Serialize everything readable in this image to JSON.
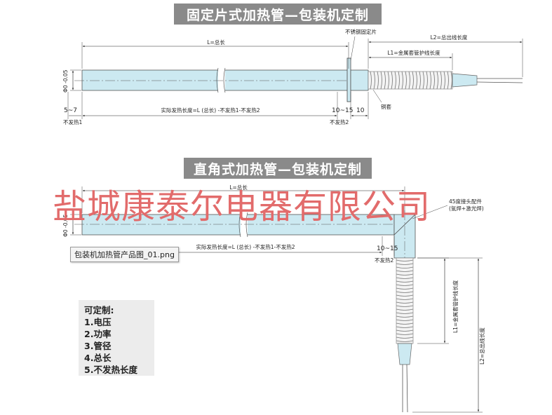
{
  "titles": {
    "fixed_plate": "固定片式加热管—包装机定制",
    "right_angle": "直角式加热管—包装机定制"
  },
  "watermark": "盐城康泰尔电器有限公司",
  "file_tooltip": "包装机加热管产品图_01.png",
  "diagram1": {
    "total_length": "L=总长",
    "diameter": "Φ0 -0.05",
    "stainless_plate": "不锈钢固定片",
    "lead_length": "L2=总出线长度",
    "metal_hose_length": "L1=金属套管护线长度",
    "copper_sleeve": "铜套",
    "heating_length": "实际发热长度=L (总长) -不发热1-不发热2",
    "dim_5_7": "5~7",
    "non_heat_1": "不发热1",
    "dim_10_15": "10~15",
    "dim_10": "10",
    "non_heat_2": "不发热2"
  },
  "diagram2": {
    "total_length": "L=总长",
    "diameter": "Φ0 -0.05",
    "bend_note_1": "45度接头配件",
    "bend_note_2": "(氩焊+激光焊)",
    "heating_length": "实际发热长度=L (总长) -不发热1-不发热2",
    "dim_10_15": "10~15",
    "non_heat_2": "不发热2",
    "metal_hose_length": "L1=金属套管护线长度",
    "lead_length": "L2=总出线长度"
  },
  "customizable": {
    "heading": "可定制:",
    "items": [
      "1.电压",
      "2.功率",
      "3.管径",
      "4.总长",
      "5.不发热长度"
    ]
  }
}
